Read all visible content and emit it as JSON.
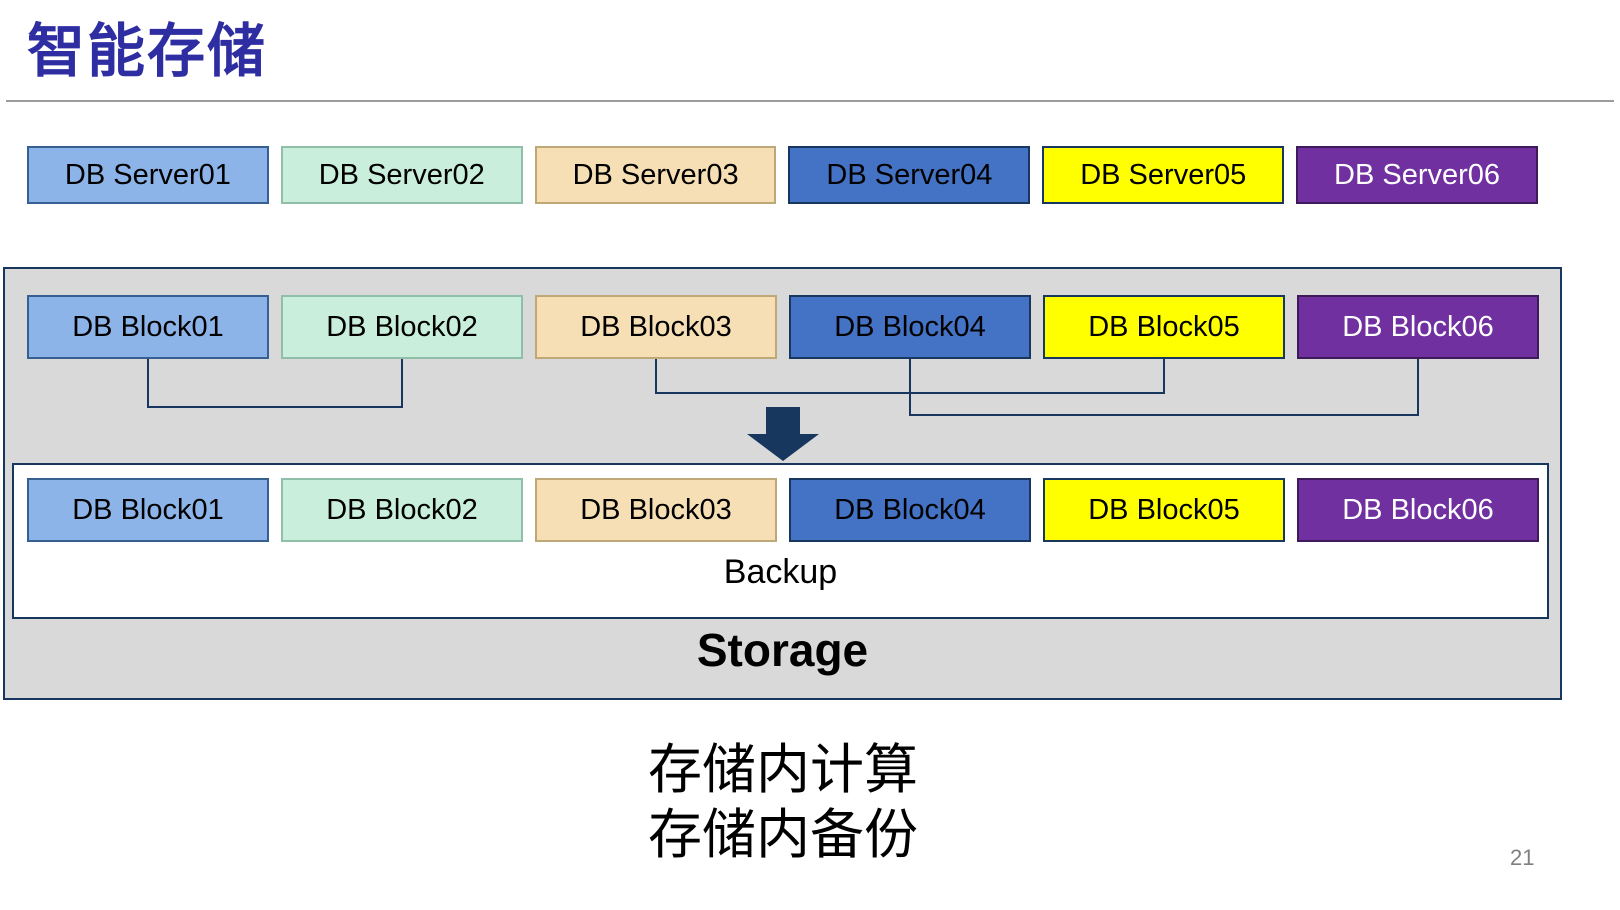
{
  "title": "智能存储",
  "page_number": "21",
  "captions": {
    "line1": "存储内计算",
    "line2": "存储内备份"
  },
  "storage": {
    "backup_label": "Backup",
    "storage_label": "Storage"
  },
  "colors": {
    "title": "#2E2EA2",
    "divider": "#9B9B9B",
    "panel_bg": "#D9D9D9",
    "panel_border": "#17375E",
    "inner_panel_bg": "#FFFFFF",
    "inner_panel_border": "#17375E",
    "connector": "#17375E",
    "arrow": "#17375E",
    "text": "#000000",
    "page_number": "#808080"
  },
  "servers": [
    {
      "label": "DB Server01",
      "bg": "#8DB4E8",
      "border": "#376092",
      "text": "#000000"
    },
    {
      "label": "DB Server02",
      "bg": "#C9EEDB",
      "border": "#8FBFA8",
      "text": "#000000"
    },
    {
      "label": "DB Server03",
      "bg": "#F7DFB5",
      "border": "#BFA878",
      "text": "#000000"
    },
    {
      "label": "DB Server04",
      "bg": "#4472C4",
      "border": "#17375E",
      "text": "#000000"
    },
    {
      "label": "DB Server05",
      "bg": "#FFFF00",
      "border": "#17375E",
      "text": "#000000"
    },
    {
      "label": "DB Server06",
      "bg": "#7030A0",
      "border": "#3F1A5B",
      "text": "#FFFFFF"
    }
  ],
  "blocks_top": [
    {
      "label": "DB Block01",
      "bg": "#8DB4E8",
      "border": "#376092",
      "text": "#000000"
    },
    {
      "label": "DB Block02",
      "bg": "#C9EEDB",
      "border": "#8FBFA8",
      "text": "#000000"
    },
    {
      "label": "DB Block03",
      "bg": "#F7DFB5",
      "border": "#BFA878",
      "text": "#000000"
    },
    {
      "label": "DB Block04",
      "bg": "#4472C4",
      "border": "#17375E",
      "text": "#000000"
    },
    {
      "label": "DB Block05",
      "bg": "#FFFF00",
      "border": "#17375E",
      "text": "#000000"
    },
    {
      "label": "DB Block06",
      "bg": "#7030A0",
      "border": "#3F1A5B",
      "text": "#FFFFFF"
    }
  ],
  "blocks_bottom": [
    {
      "label": "DB Block01",
      "bg": "#8DB4E8",
      "border": "#376092",
      "text": "#000000"
    },
    {
      "label": "DB Block02",
      "bg": "#C9EEDB",
      "border": "#8FBFA8",
      "text": "#000000"
    },
    {
      "label": "DB Block03",
      "bg": "#F7DFB5",
      "border": "#BFA878",
      "text": "#000000"
    },
    {
      "label": "DB Block04",
      "bg": "#4472C4",
      "border": "#17375E",
      "text": "#000000"
    },
    {
      "label": "DB Block05",
      "bg": "#FFFF00",
      "border": "#17375E",
      "text": "#000000"
    },
    {
      "label": "DB Block06",
      "bg": "#7030A0",
      "border": "#3F1A5B",
      "text": "#FFFFFF"
    }
  ]
}
